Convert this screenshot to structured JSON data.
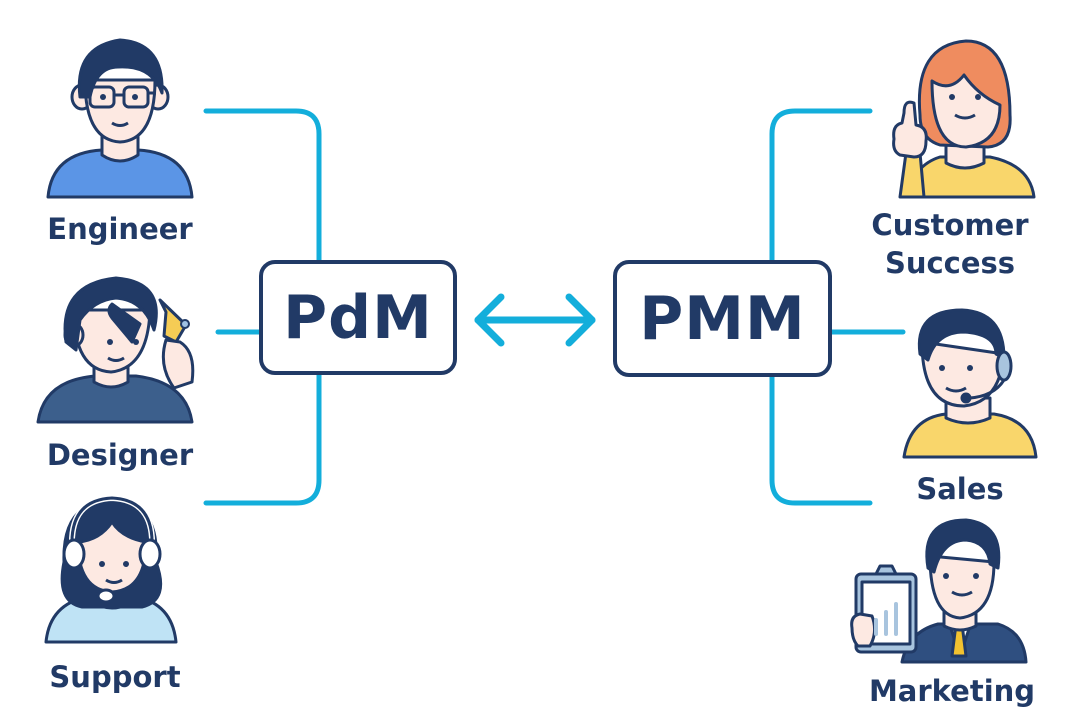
{
  "colors": {
    "navy": "#213a66",
    "connector": "#13aedb",
    "skin": "#fde9e2",
    "engineer_shirt": "#5b95e6",
    "designer_shirt": "#3c5f8c",
    "support_shirt": "#bfe3f5",
    "yellow_shirt": "#f9d66b",
    "orange_hair": "#ef8c5f",
    "suit": "#2f4f80",
    "tie": "#f2c230"
  },
  "hubs": {
    "left": {
      "label": "PdM"
    },
    "right": {
      "label": "PMM"
    }
  },
  "relation": {
    "icon": "double-arrow-icon"
  },
  "left_roles": [
    {
      "label": "Engineer",
      "icon": "engineer-avatar-icon"
    },
    {
      "label": "Designer",
      "icon": "designer-avatar-icon"
    },
    {
      "label": "Support",
      "icon": "support-avatar-icon"
    }
  ],
  "right_roles": [
    {
      "label_line1": "Customer",
      "label_line2": "Success",
      "icon": "customer-success-avatar-icon"
    },
    {
      "label": "Sales",
      "icon": "sales-avatar-icon"
    },
    {
      "label": "Marketing",
      "icon": "marketing-avatar-icon"
    }
  ]
}
